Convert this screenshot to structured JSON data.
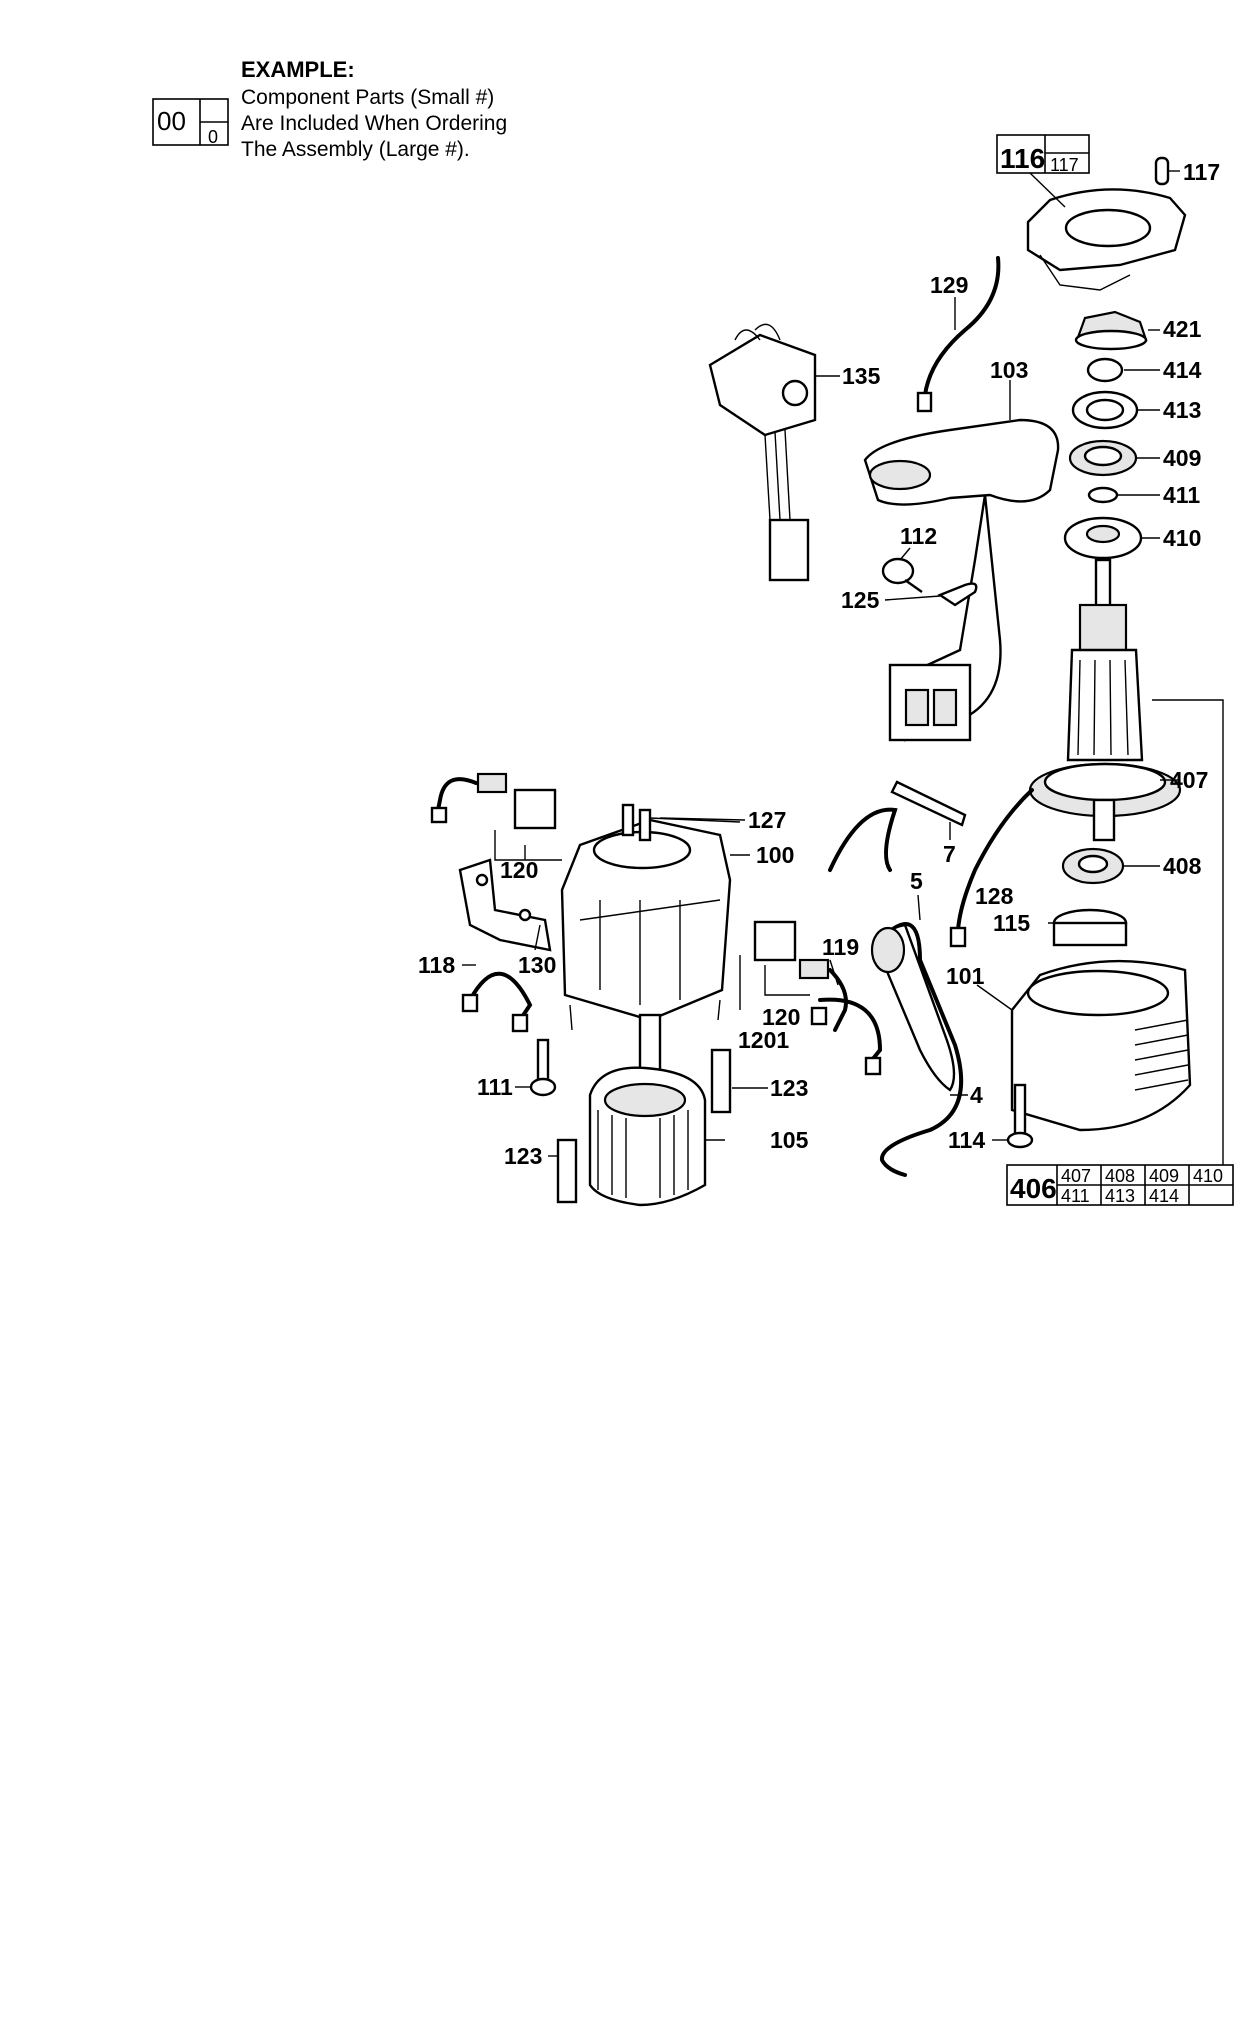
{
  "example": {
    "title": "EXAMPLE:",
    "lines": [
      "Component Parts (Small #)",
      "Are Included When Ordering",
      "The Assembly (Large #)."
    ],
    "box_large": "00",
    "box_small": "0"
  },
  "assembly_116": {
    "large": "116",
    "small": [
      "117"
    ]
  },
  "assembly_406": {
    "large": "406",
    "small": [
      "407",
      "408",
      "409",
      "410",
      "411",
      "413",
      "414",
      ""
    ]
  },
  "callouts": {
    "p117": "117",
    "p129": "129",
    "p421": "421",
    "p414": "414",
    "p135": "135",
    "p103": "103",
    "p413": "413",
    "p409": "409",
    "p411": "411",
    "p410": "410",
    "p112": "112",
    "p125": "125",
    "p407": "407",
    "p127": "127",
    "p100": "100",
    "p7": "7",
    "p408": "408",
    "p120a": "120",
    "p5": "5",
    "p128": "128",
    "p115": "115",
    "p130": "130",
    "p118": "118",
    "p119": "119",
    "p101": "101",
    "p120b": "120",
    "p1201": "1201",
    "p111": "111",
    "p123a": "123",
    "p4": "4",
    "p105": "105",
    "p114": "114",
    "p123b": "123"
  }
}
